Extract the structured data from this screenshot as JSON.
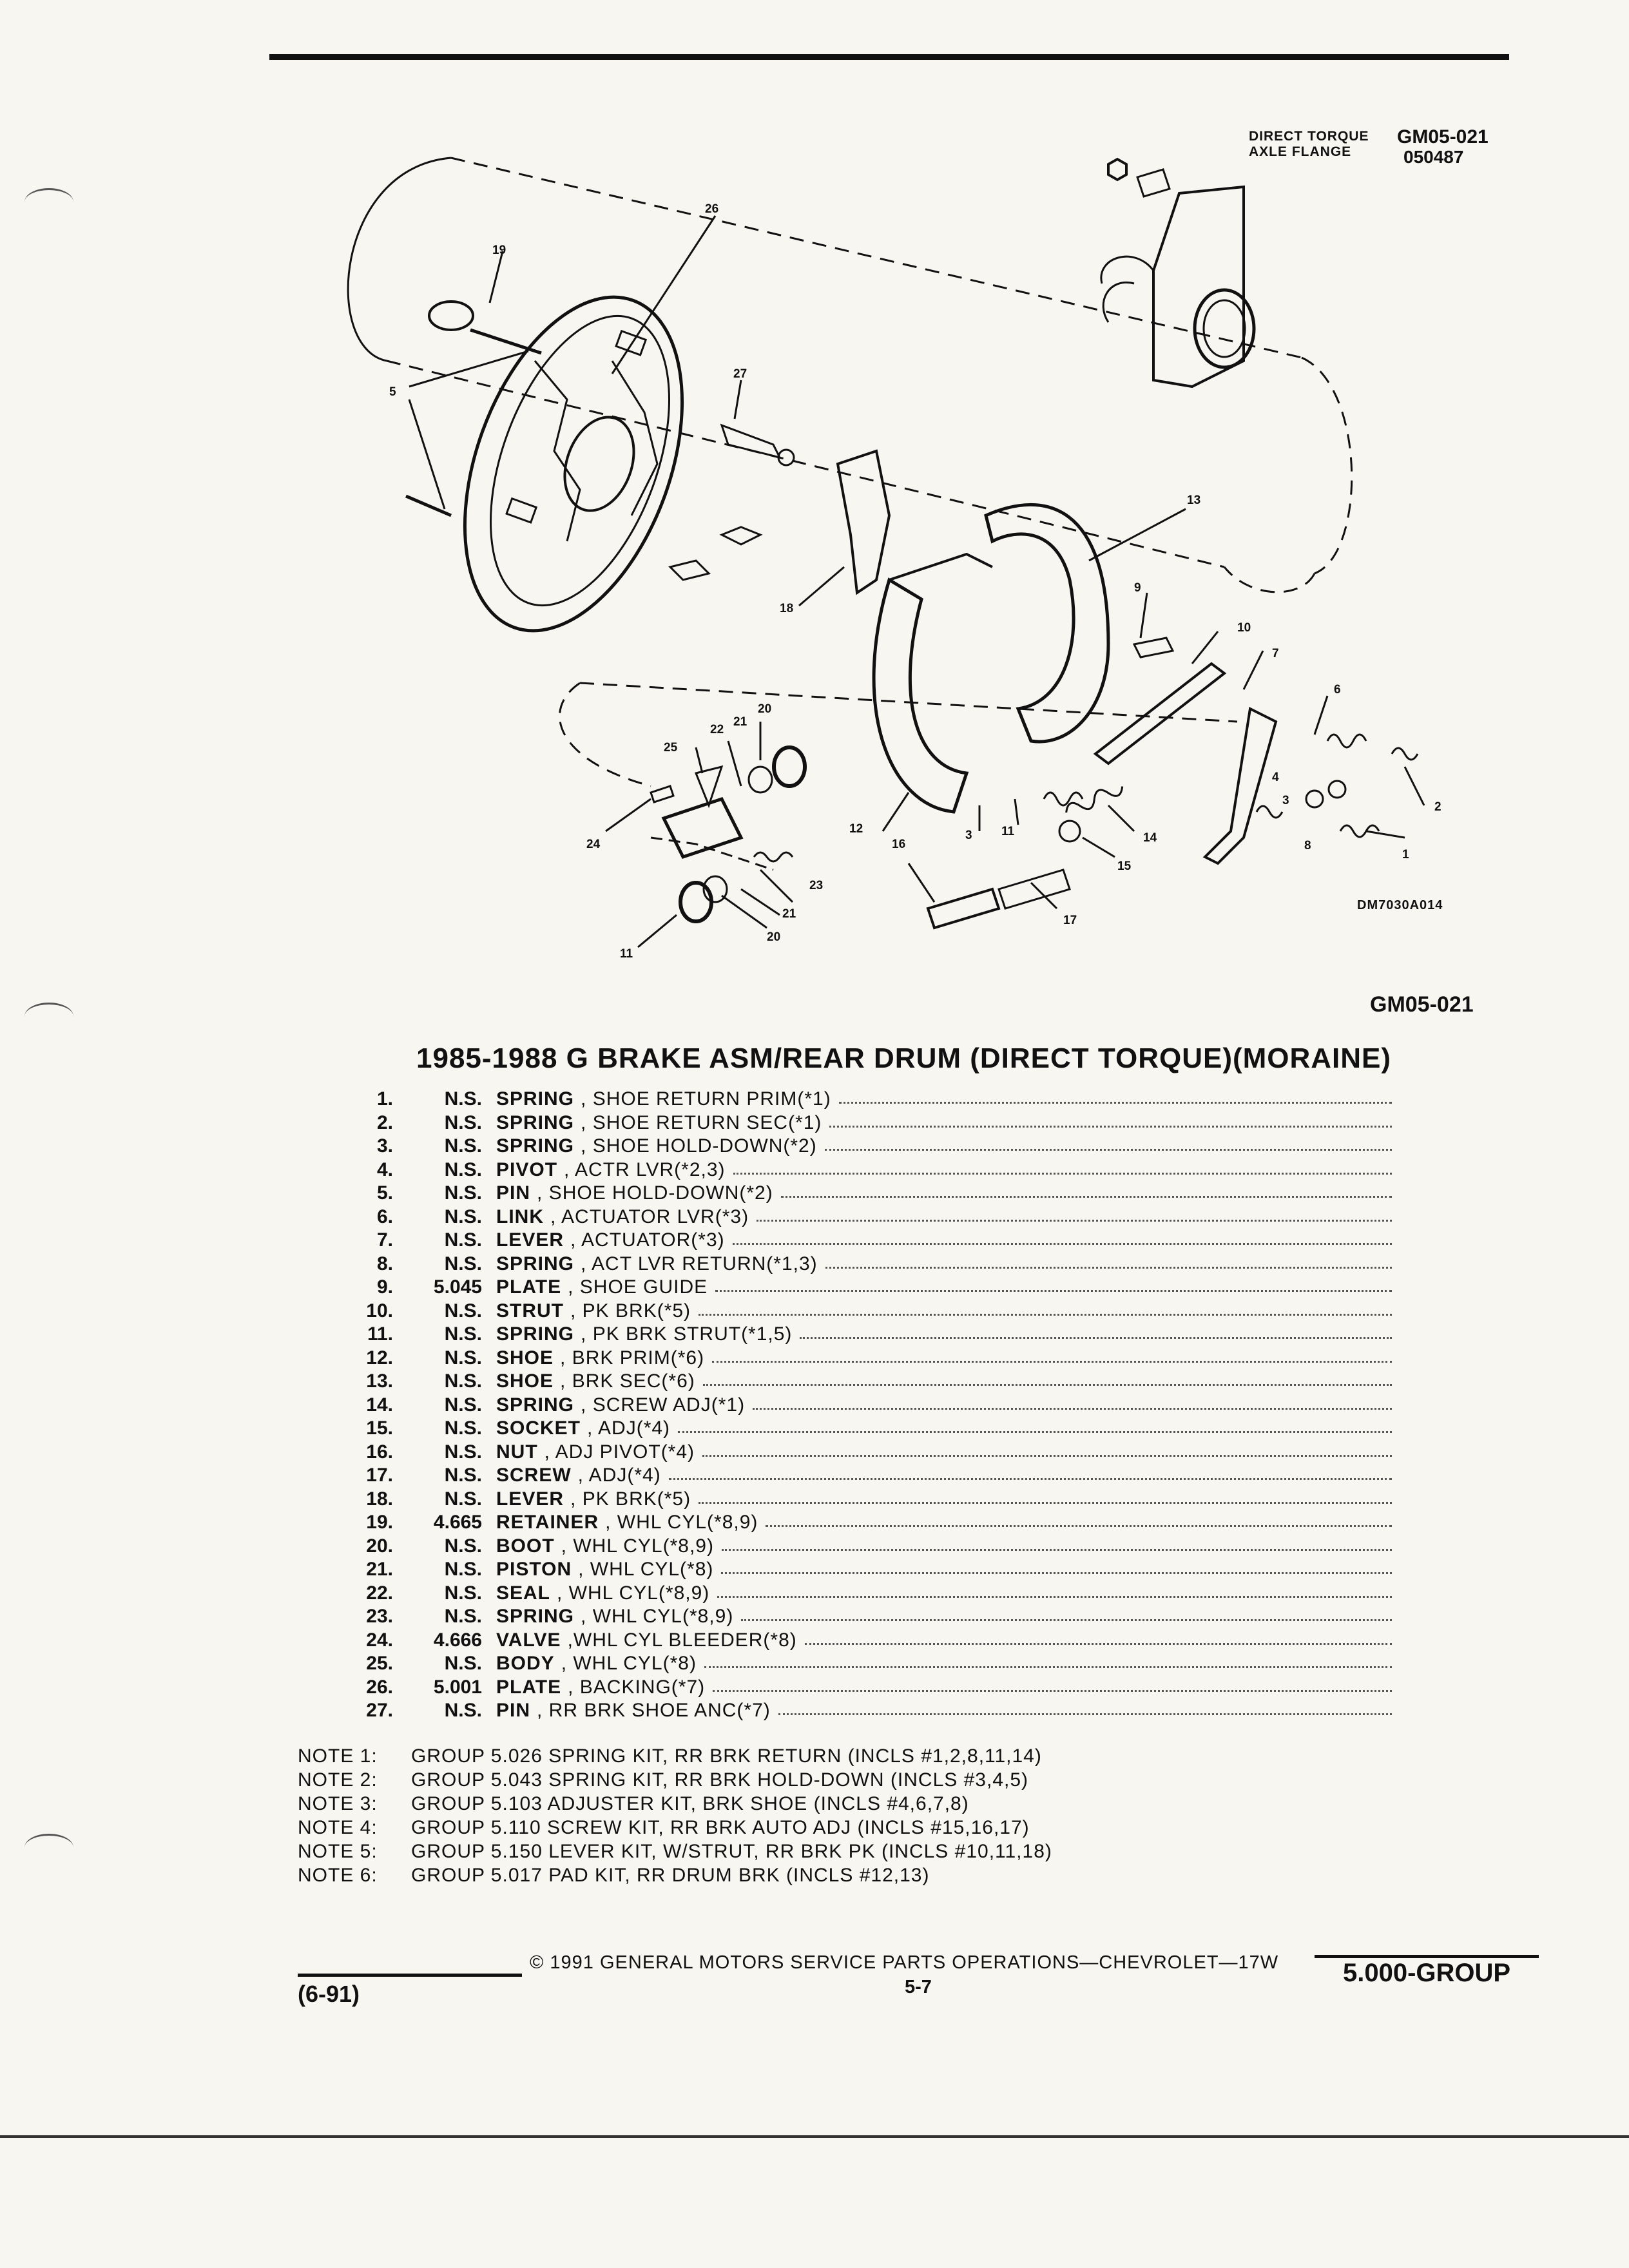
{
  "header": {
    "label_line1": "DIRECT TORQUE",
    "label_line2": "AXLE FLANGE",
    "code": "GM05-021",
    "date_code": "050487"
  },
  "figure": {
    "figure_id": "DM7030A014",
    "callouts": [
      "1",
      "2",
      "3",
      "4",
      "5",
      "6",
      "7",
      "8",
      "9",
      "10",
      "11",
      "12",
      "13",
      "14",
      "15",
      "16",
      "17",
      "18",
      "19",
      "20",
      "21",
      "22",
      "23",
      "24",
      "25",
      "26",
      "27"
    ],
    "callout_repeats": [
      "3",
      "4",
      "11",
      "20",
      "21",
      "22"
    ]
  },
  "section_ref": "GM05-021",
  "title": "1985-1988 G BRAKE ASM/REAR DRUM (DIRECT TORQUE)(MORAINE)",
  "parts": [
    {
      "num": "1.",
      "group": "N.S.",
      "name": "SPRING",
      "desc": ", SHOE RETURN PRIM(*1)"
    },
    {
      "num": "2.",
      "group": "N.S.",
      "name": "SPRING",
      "desc": ", SHOE RETURN SEC(*1)"
    },
    {
      "num": "3.",
      "group": "N.S.",
      "name": "SPRING",
      "desc": ", SHOE HOLD-DOWN(*2)"
    },
    {
      "num": "4.",
      "group": "N.S.",
      "name": "PIVOT",
      "desc": ", ACTR LVR(*2,3)"
    },
    {
      "num": "5.",
      "group": "N.S.",
      "name": "PIN",
      "desc": ", SHOE HOLD-DOWN(*2)"
    },
    {
      "num": "6.",
      "group": "N.S.",
      "name": "LINK",
      "desc": ", ACTUATOR LVR(*3)"
    },
    {
      "num": "7.",
      "group": "N.S.",
      "name": "LEVER",
      "desc": ", ACTUATOR(*3)"
    },
    {
      "num": "8.",
      "group": "N.S.",
      "name": "SPRING",
      "desc": ", ACT LVR RETURN(*1,3)"
    },
    {
      "num": "9.",
      "group": "5.045",
      "name": "PLATE",
      "desc": ", SHOE GUIDE"
    },
    {
      "num": "10.",
      "group": "N.S.",
      "name": "STRUT",
      "desc": ", PK BRK(*5)"
    },
    {
      "num": "11.",
      "group": "N.S.",
      "name": "SPRING",
      "desc": ", PK BRK STRUT(*1,5)"
    },
    {
      "num": "12.",
      "group": "N.S.",
      "name": "SHOE",
      "desc": ", BRK PRIM(*6)"
    },
    {
      "num": "13.",
      "group": "N.S.",
      "name": "SHOE",
      "desc": ", BRK SEC(*6)"
    },
    {
      "num": "14.",
      "group": "N.S.",
      "name": "SPRING",
      "desc": ", SCREW ADJ(*1)"
    },
    {
      "num": "15.",
      "group": "N.S.",
      "name": "SOCKET",
      "desc": ", ADJ(*4)"
    },
    {
      "num": "16.",
      "group": "N.S.",
      "name": "NUT",
      "desc": ", ADJ PIVOT(*4)"
    },
    {
      "num": "17.",
      "group": "N.S.",
      "name": "SCREW",
      "desc": ", ADJ(*4)"
    },
    {
      "num": "18.",
      "group": "N.S.",
      "name": "LEVER",
      "desc": ", PK BRK(*5)"
    },
    {
      "num": "19.",
      "group": "4.665",
      "name": "RETAINER",
      "desc": ", WHL CYL(*8,9)"
    },
    {
      "num": "20.",
      "group": "N.S.",
      "name": "BOOT",
      "desc": ", WHL CYL(*8,9)"
    },
    {
      "num": "21.",
      "group": "N.S.",
      "name": "PISTON",
      "desc": ", WHL CYL(*8)"
    },
    {
      "num": "22.",
      "group": "N.S.",
      "name": "SEAL",
      "desc": ", WHL CYL(*8,9)"
    },
    {
      "num": "23.",
      "group": "N.S.",
      "name": "SPRING",
      "desc": ", WHL CYL(*8,9)"
    },
    {
      "num": "24.",
      "group": "4.666",
      "name": "VALVE",
      "desc": ",WHL CYL BLEEDER(*8)"
    },
    {
      "num": "25.",
      "group": "N.S.",
      "name": "BODY",
      "desc": ", WHL CYL(*8)"
    },
    {
      "num": "26.",
      "group": "5.001",
      "name": "PLATE",
      "desc": ", BACKING(*7)"
    },
    {
      "num": "27.",
      "group": "N.S.",
      "name": "PIN",
      "desc": ", RR BRK SHOE ANC(*7)"
    }
  ],
  "notes": [
    {
      "label": "NOTE  1:",
      "text": "GROUP 5.026 SPRING KIT, RR BRK RETURN (INCLS #1,2,8,11,14)"
    },
    {
      "label": "NOTE  2:",
      "text": "GROUP 5.043 SPRING KIT, RR BRK HOLD-DOWN (INCLS #3,4,5)"
    },
    {
      "label": "NOTE  3:",
      "text": "GROUP 5.103 ADJUSTER KIT, BRK SHOE (INCLS #4,6,7,8)"
    },
    {
      "label": "NOTE  4:",
      "text": "GROUP 5.110 SCREW KIT, RR BRK AUTO ADJ (INCLS #15,16,17)"
    },
    {
      "label": "NOTE  5:",
      "text": "GROUP 5.150 LEVER KIT, W/STRUT, RR BRK PK (INCLS #10,11,18)"
    },
    {
      "label": "NOTE  6:",
      "text": "GROUP 5.017 PAD KIT, RR DRUM BRK (INCLS #12,13)"
    }
  ],
  "footer": {
    "copyright": "©  1991  GENERAL MOTORS SERVICE PARTS OPERATIONS—CHEVROLET—17W",
    "page": "5-7",
    "revision": "(6-91)",
    "group": "5.000-GROUP"
  }
}
